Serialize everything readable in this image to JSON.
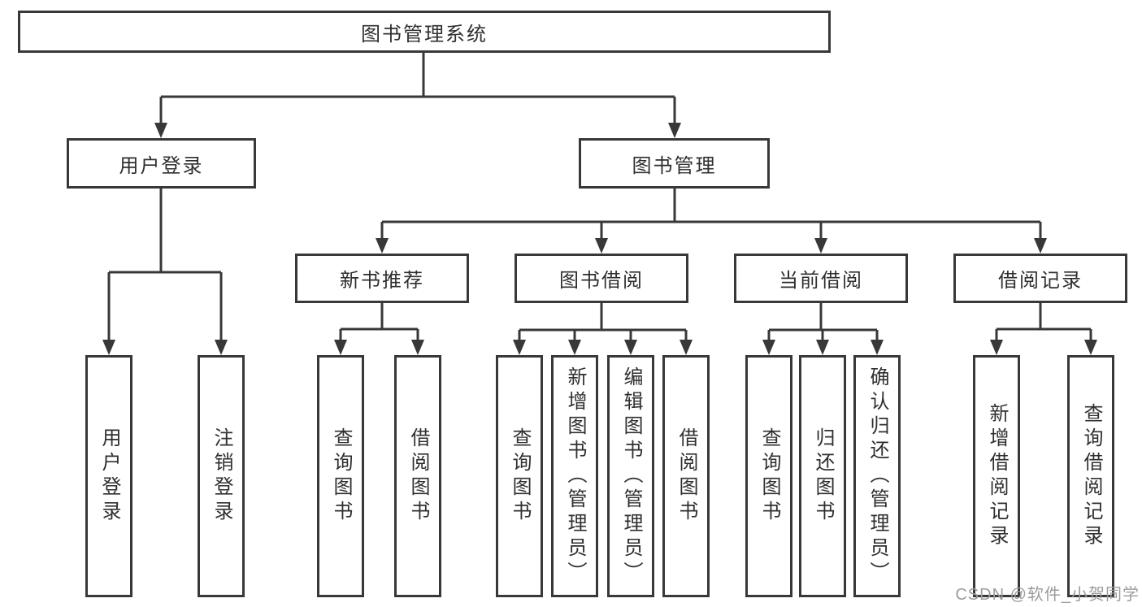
{
  "tree": {
    "root": "图书管理系统",
    "children": [
      {
        "label": "用户登录",
        "children": [
          "用户登录",
          "注销登录"
        ]
      },
      {
        "label": "图书管理",
        "children": [
          {
            "label": "新书推荐",
            "children": [
              "查询图书",
              "借阅图书"
            ]
          },
          {
            "label": "图书借阅",
            "children": [
              "查询图书",
              "新增图书（管理员）",
              "编辑图书（管理员）",
              "借阅图书"
            ]
          },
          {
            "label": "当前借阅",
            "children": [
              "查询图书",
              "归还图书",
              "确认归还（管理员）"
            ]
          },
          {
            "label": "借阅记录",
            "children": [
              "新增借阅记录",
              "查询借阅记录"
            ]
          }
        ]
      }
    ]
  },
  "watermark": "CSDN @软件_小贺同学",
  "colors": {
    "line": "#383838",
    "text": "#2f2f2f",
    "watermark": "#9c9c9c",
    "background": "#ffffff"
  }
}
